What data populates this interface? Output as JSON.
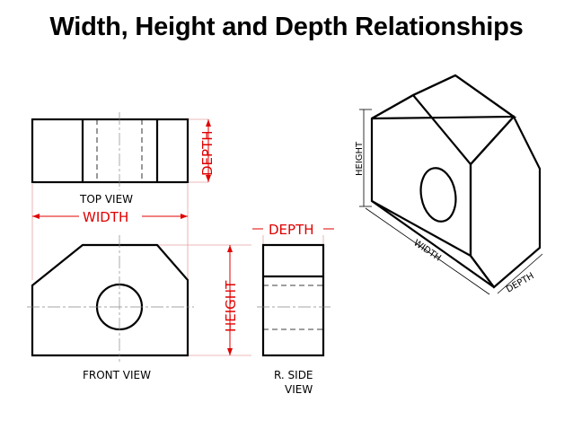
{
  "title": "Width, Height and Depth Relationships",
  "views": {
    "top": "TOP VIEW",
    "front": "FRONT VIEW",
    "side_line1": "R. SIDE",
    "side_line2": "VIEW"
  },
  "dimensions": {
    "width": "WIDTH",
    "height": "HEIGHT",
    "depth_top": "DEPTH",
    "depth_side": "DEPTH"
  },
  "isometric": {
    "height": "HEIGHT",
    "width": "WIDTH",
    "depth": "DEPTH"
  },
  "colors": {
    "dimension": "#e00000",
    "object": "#000000"
  }
}
